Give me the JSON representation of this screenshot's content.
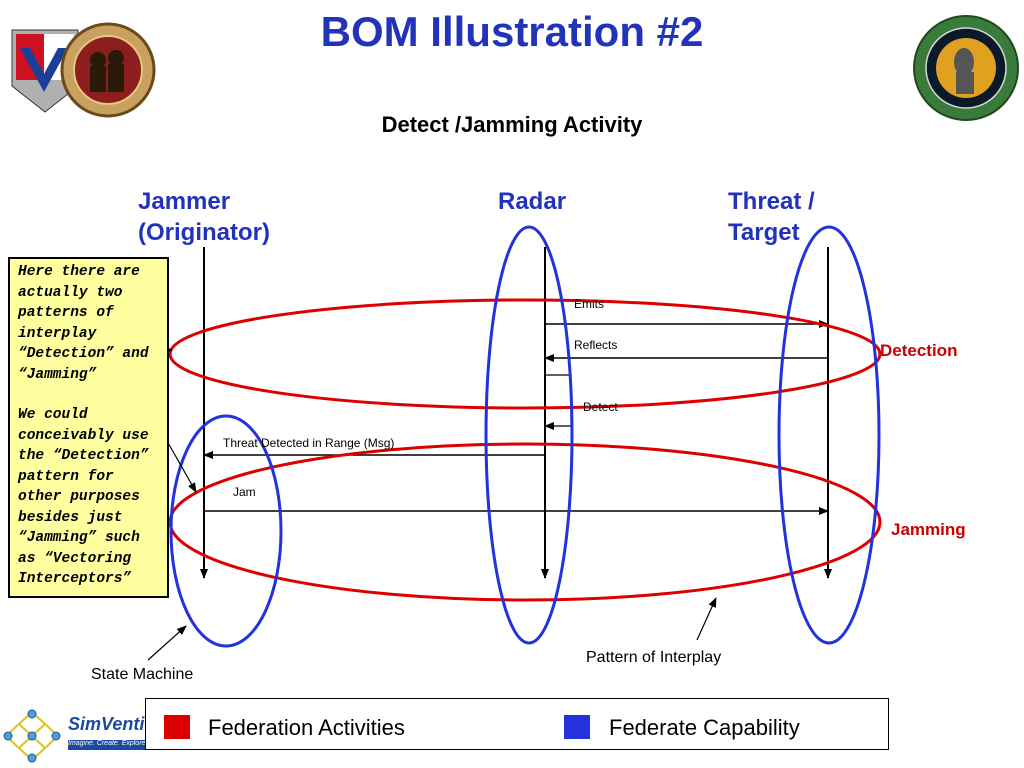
{
  "header": {
    "title": "BOM Illustration #2",
    "subtitle": "Detect /Jamming Activity"
  },
  "lanes": {
    "jammer": [
      "Jammer",
      "(Originator)"
    ],
    "radar": "Radar",
    "threat": [
      "Threat /",
      "Target"
    ]
  },
  "messages": {
    "emits": "Emits",
    "reflects": "Reflects",
    "detect": "Detect",
    "threat_detected": "Threat Detected in Range (Msg)",
    "jam": "Jam"
  },
  "patterns": {
    "detection": "Detection",
    "jamming": "Jamming"
  },
  "callouts": {
    "state_machine": "State Machine",
    "pattern_of_interplay": "Pattern of Interplay"
  },
  "note": {
    "paragraph1": "Here there are actually two patterns of interplay “Detection” and “Jamming”",
    "paragraph2": "We could conceivably use the “Detection” pattern for other purposes besides just “Jamming” such as “Vectoring Interceptors”"
  },
  "legend": {
    "federation_activities": "Federation Activities",
    "federate_capability": "Federate Capability"
  },
  "footer": {
    "logo_name": "SimVentions",
    "logo_tagline": "Imagine. Create. Explore. Discover."
  },
  "colors": {
    "title_blue": "#2233bb",
    "activity_red": "#dd0000",
    "capability_blue": "#2233dd",
    "note_yellow": "#ffffa0"
  }
}
